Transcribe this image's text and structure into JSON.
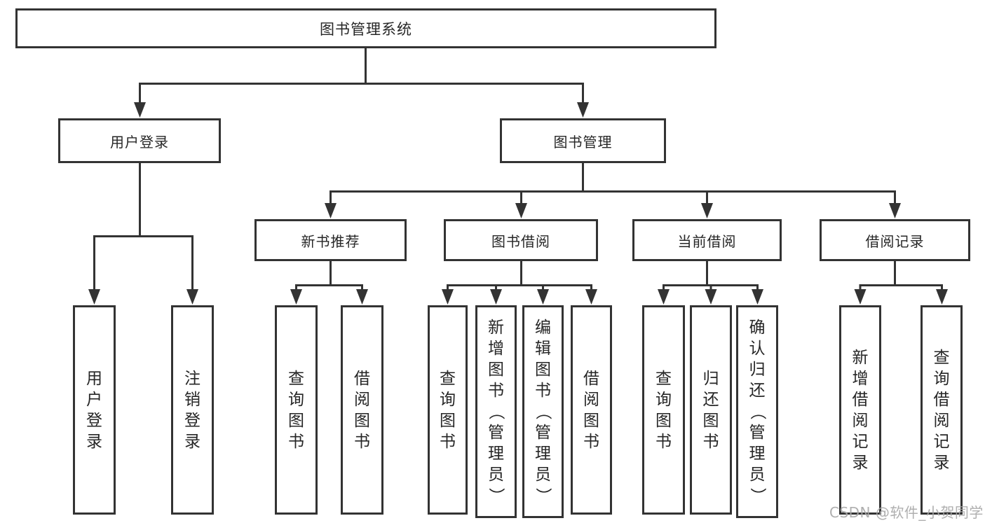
{
  "diagram": {
    "root": {
      "label": "图书管理系统"
    },
    "level2": {
      "user_login": "用户登录",
      "book_management": "图书管理"
    },
    "level3": {
      "new_book_recommend": "新书推荐",
      "book_borrowing": "图书借阅",
      "current_borrowing": "当前借阅",
      "borrowing_records": "借阅记录"
    },
    "leaves": {
      "user_login": "用户登录",
      "logout": "注销登录",
      "query_books_recommend": "查询图书",
      "borrow_books_recommend": "借阅图书",
      "query_books_borrowing": "查询图书",
      "add_books_admin": "新增图书（管理员）",
      "edit_books_admin": "编辑图书（管理员）",
      "borrow_books_borrowing": "借阅图书",
      "query_books_current": "查询图书",
      "return_books": "归还图书",
      "confirm_return_admin": "确认归还（管理员）",
      "add_borrow_record": "新增借阅记录",
      "query_borrow_record": "查询借阅记录"
    },
    "watermark": "CSDN @软件_小贺同学",
    "colors": {
      "line": "#333333",
      "text": "#262626",
      "background": "#ffffff",
      "watermark": "#a8a8a8"
    }
  }
}
